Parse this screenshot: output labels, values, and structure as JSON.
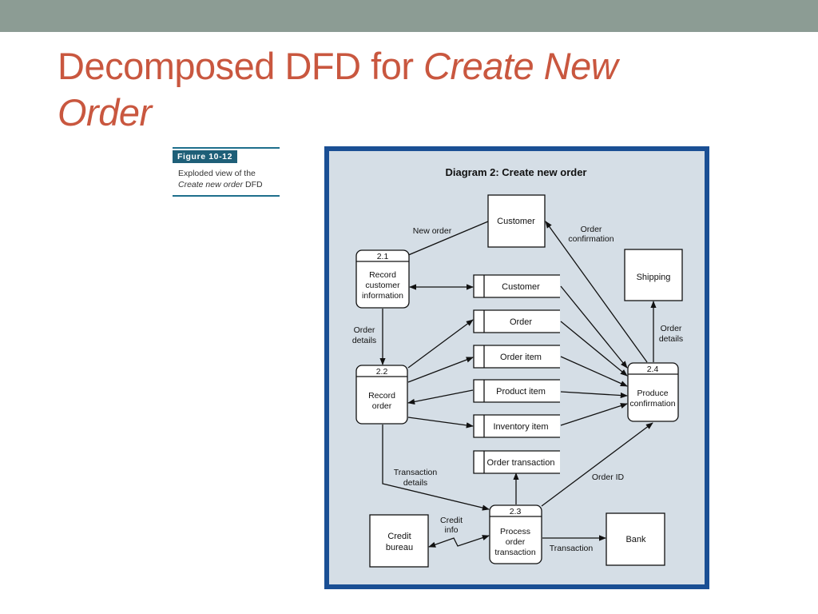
{
  "slide": {
    "title_plain": "Decomposed DFD for ",
    "title_italic": "Create New Order"
  },
  "caption": {
    "figure_label": "Figure 10-12",
    "desc_line1": "Exploded view of the",
    "desc_italic": "Create new order",
    "desc_suffix": " DFD"
  },
  "diagram": {
    "title": "Diagram 2: Create new order",
    "entities": {
      "customer": "Customer",
      "shipping": "Shipping",
      "credit_bureau": [
        "Credit",
        "bureau"
      ],
      "bank": "Bank"
    },
    "processes": {
      "p21": {
        "id": "2.1",
        "lines": [
          "Record",
          "customer",
          "information"
        ]
      },
      "p22": {
        "id": "2.2",
        "lines": [
          "Record",
          "order"
        ]
      },
      "p23": {
        "id": "2.3",
        "lines": [
          "Process",
          "order",
          "transaction"
        ]
      },
      "p24": {
        "id": "2.4",
        "lines": [
          "Produce",
          "confirmation"
        ]
      }
    },
    "stores": {
      "customer": "Customer",
      "order": "Order",
      "order_item": "Order item",
      "product_item": "Product item",
      "inventory_item": "Inventory item",
      "order_transaction": "Order transaction"
    },
    "flows": {
      "new_order": "New order",
      "order_confirmation": [
        "Order",
        "confirmation"
      ],
      "order_details_left": [
        "Order",
        "details"
      ],
      "order_details_right": [
        "Order",
        "details"
      ],
      "transaction_details": [
        "Transaction",
        "details"
      ],
      "order_id": "Order ID",
      "credit_info": [
        "Credit",
        "info"
      ],
      "transaction": "Transaction"
    }
  },
  "colors": {
    "title": "#c9573f",
    "top_bar": "#8c9c94",
    "diagram_border": "#1a4f94",
    "diagram_bg": "#d5dee6",
    "caption_accent": "#1e5f78"
  }
}
